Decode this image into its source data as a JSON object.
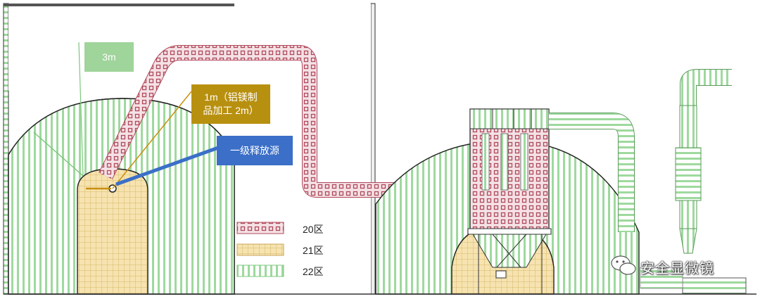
{
  "callouts": {
    "distance_3m": "3m",
    "distance_1m": "1m（铝镁制品加工 2m）",
    "distance_1m_line1": "1m（铝镁制",
    "distance_1m_line2": "品加工 2m）",
    "release_source": "一级释放源"
  },
  "legend": {
    "items": [
      {
        "label": "20区",
        "pattern": "squares-red"
      },
      {
        "label": "21区",
        "pattern": "grid-yellow"
      },
      {
        "label": "22区",
        "pattern": "stripes-green"
      }
    ]
  },
  "watermark": {
    "text": "安全显微镜",
    "icon": "wechat-icon"
  },
  "colors": {
    "zone20": "#b0485a",
    "zone21": "#e8d49a",
    "zone22": "#8fd08f",
    "callout_3m": "#9fd49a",
    "callout_1m": "#b8900f",
    "callout_source": "#3b6fc8"
  }
}
